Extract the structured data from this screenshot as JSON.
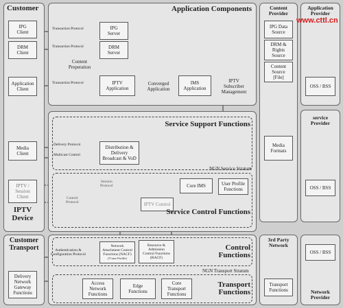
{
  "watermark": "www.cttl.cn",
  "customer": {
    "title": "Customer",
    "ipg_client": "IPG\nClient",
    "drm_client": "DRM\nClient",
    "app_client": "Application\nClient",
    "media_client": "Media\nClient",
    "session_client": "IPTV /\nSession\nClient",
    "device": "IPTV\nDevice"
  },
  "customer_transport": {
    "title": "Customer\nTransport",
    "gateway": "Delivery\nNetwork\nGateway\nFunctions"
  },
  "app_components": {
    "title": "Application Components",
    "ipg_server": "IPG\nServer",
    "drm_server": "DRM\nServer",
    "content_prep": "Content\nPreperation",
    "iptv_app": "IPTV\nApplication",
    "converged_app": "Converged\nApplication",
    "ims_app": "IMS\nApplication",
    "iptv_sub": "IPTV\nSubscriber\nManagement"
  },
  "content_provider": {
    "title": "Content\nProvider",
    "ipg_data": "IPG Data\nSource",
    "drm_rights": "DRM &\nRights\nSource",
    "content_source": "Content\nSource\n[File]",
    "media_formats": "Media\nFormats"
  },
  "app_provider": {
    "title": "Application\nProvider",
    "oss_bss": "OSS / BSS"
  },
  "service_provider": {
    "title": "service\nProvider",
    "oss_bss": "OSS / BSS"
  },
  "network_provider": {
    "title": "Network\nProvider",
    "oss_bss": "OSS / BSS"
  },
  "third_party": {
    "title": "3rd Party\nNetwork",
    "transport": "Transport\nFunctions"
  },
  "service_support": {
    "title": "Service Support Functions",
    "distribution": "Distribution &\nDelivery\nBroadcast & VoD",
    "stratum": "NGN Service Stratum"
  },
  "service_control": {
    "title": "Service Control Functions",
    "core_ims": "Core IMS",
    "user_profile": "User Profile\nFunctions",
    "iptv_control": "IPTV Control"
  },
  "control_functions": {
    "title": "Control\nFunctions",
    "nacf": "Network\nAttachment Control\nFunctions (NACF)",
    "nacf_sub": "(T-user Profile)",
    "racf": "Resource &\nAdmission\nControl Functions\n(RACF)",
    "stratum": "NGN Transport Stratum"
  },
  "transport_functions": {
    "title": "Transport\nFunctions",
    "access": "Access\nNetwork\nFunctions",
    "edge": "Edge\nFunctions",
    "core": "Core\nTransport\nFunctions"
  },
  "protocols": {
    "transaction1": "Transaction Protocol",
    "transaction2": "Transaction Protocol",
    "transaction3": "Transaction Protocol",
    "delivery": "Delivery Protocol",
    "multicast": "Multicast Control",
    "session": "Session\nProtocol",
    "control": "Control\nProtocol",
    "auth": "Authentication &\nConfiguration Protocol"
  }
}
